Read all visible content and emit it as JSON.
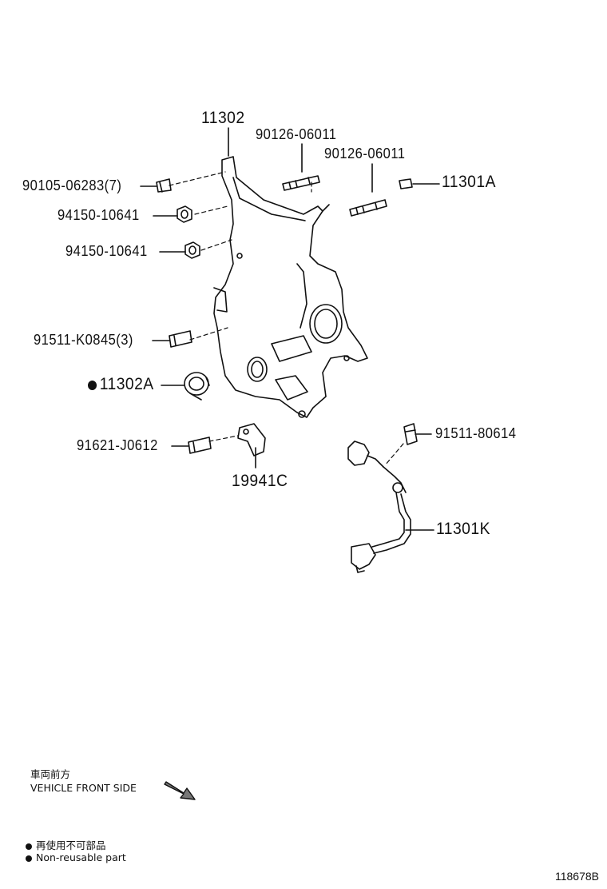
{
  "parts": {
    "timing_cover": "11302",
    "stud_upper": "90126-06011",
    "stud_right": "90126-06011",
    "pin": "11301A",
    "bolt_upper": "90105-06283(7)",
    "nut_upper": "94150-10641",
    "nut_lower": "94150-10641",
    "bolt_middle": "91511-K0845(3)",
    "oil_seal": "11302A",
    "sensor_bolt": "91621-J0612",
    "sensor_bracket": "19941C",
    "wire_bolt": "91511-80614",
    "wire_harness": "11301K"
  },
  "orientation": {
    "label_jp": "車両前方",
    "label_en": "VEHICLE FRONT SIDE"
  },
  "legend": {
    "jp": "再使用不可部品",
    "en": "Non-reusable part"
  },
  "figure_code": "118678B"
}
